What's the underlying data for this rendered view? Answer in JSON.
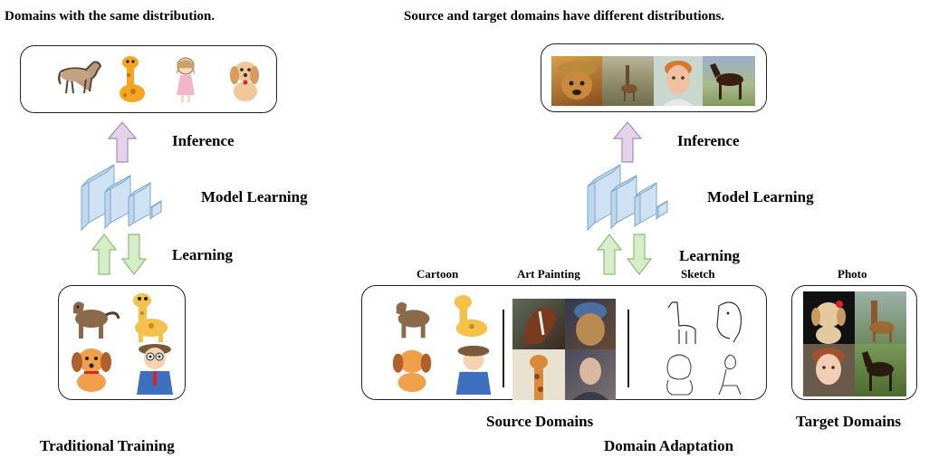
{
  "left": {
    "heading": "Domains with the same distribution.",
    "inference": "Inference",
    "model_learning": "Model Learning",
    "learning": "Learning",
    "caption": "Traditional Training",
    "output_images": [
      "horse-illustration",
      "giraffe-cartoon",
      "girl-doll",
      "dog-cartoon"
    ],
    "input_images": [
      "horse-cartoon",
      "giraffe-cartoon",
      "dog-cartoon",
      "person-cartoon"
    ]
  },
  "right": {
    "heading": "Source and target domains have different distributions.",
    "inference": "Inference",
    "model_learning": "Model Learning",
    "learning": "Learning",
    "domain_labels": {
      "cartoon": "Cartoon",
      "art_painting": "Art Painting",
      "sketch": "Sketch",
      "photo": "Photo"
    },
    "source_caption": "Source Domains",
    "target_caption": "Target Domains",
    "caption": "Domain Adaptation",
    "output_images": [
      "dog-photo",
      "giraffe-photo",
      "person-photo",
      "horse-photo"
    ]
  },
  "colors": {
    "inference_arrow": "#e3d2ea",
    "learning_arrow": "#d7ecc9",
    "layer_fill": "#bdd7ee",
    "layer_stroke": "#7fa6c9"
  }
}
